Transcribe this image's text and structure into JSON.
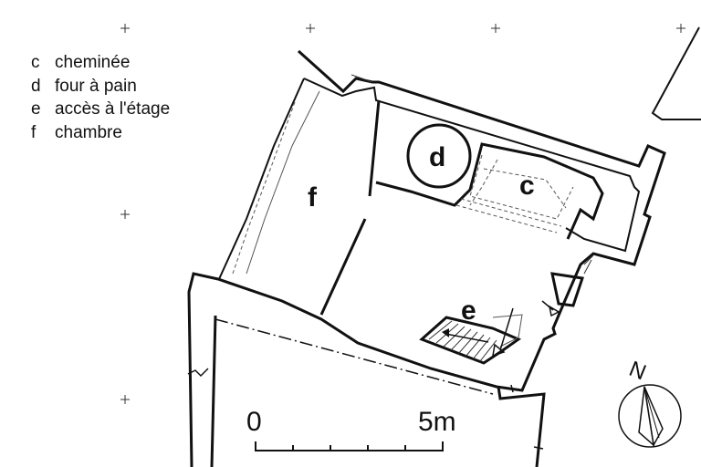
{
  "legend": [
    {
      "key": "c",
      "text": "cheminée"
    },
    {
      "key": "d",
      "text": "four à pain"
    },
    {
      "key": "e",
      "text": "accès à l'étage"
    },
    {
      "key": "f",
      "text": "chambre"
    }
  ],
  "rooms": {
    "c": "c",
    "d": "d",
    "e": "e",
    "f": "f"
  },
  "scale": {
    "start_label": "0",
    "end_label": "5m"
  },
  "north": {
    "label": "N"
  },
  "colors": {
    "wall": "#111111",
    "background": "#ffffff"
  }
}
